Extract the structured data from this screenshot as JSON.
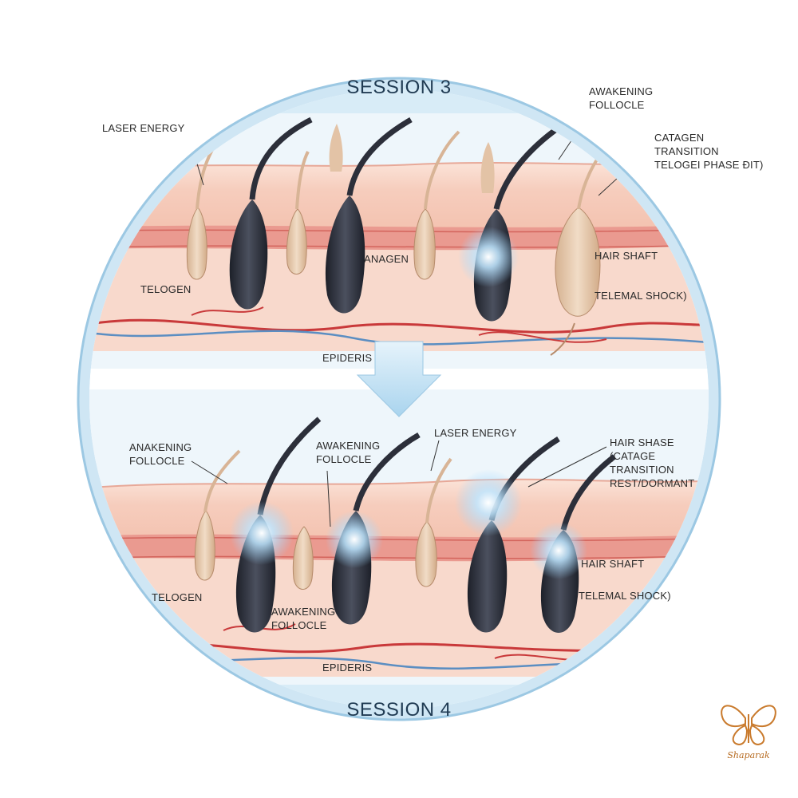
{
  "top_panel": {
    "title": "SESSION 3",
    "labels": {
      "laser_energy": "LASER ENERGY",
      "awakening": [
        "AWAKENING",
        "FOLLOCLE"
      ],
      "catagen": [
        "CATAGEN",
        "TRANSITION",
        "TELOGEI PHASE ÐIT)"
      ],
      "anagen": "ANAGEN",
      "hair_shaft": "HAIR SHAFT",
      "telogen": "TELOGEN",
      "thermal_shock": "TELEMAL SHOCK)",
      "epidermis": "EPIDERIS"
    }
  },
  "bottom_panel": {
    "title": "SESSION 4",
    "labels": {
      "anakening": [
        "ANAKENING",
        "FOLLOCLE"
      ],
      "awakening": [
        "AWAKENING",
        "FOLLOCLE"
      ],
      "laser_energy": "LASER ENERGY",
      "hair_shase": [
        "HAIR SHASE",
        "(CATAGE",
        "TRANSITION",
        "REST/DORMANT"
      ],
      "hair_shaft": "HAIR SHAFT",
      "telogen": "TELOGEN",
      "awakening_lower": [
        "AWAKENING",
        "FOLLOCLE"
      ],
      "thermal_shock": "TELEMAL SHOCK)",
      "epidermis": "EPIDERIS"
    }
  },
  "brand": {
    "name": "Shaparak"
  },
  "colors": {
    "ring": "#cfe6f4",
    "ring_edge": "#9cc8e3",
    "skin": "#f6cdbd",
    "skin_dark": "#ec9f8f",
    "dermis_band": "#e88f86",
    "hair_dark": "#2c2f3a",
    "follicle_light": "#e2c5a8",
    "vessel_red": "#c9393a",
    "vessel_blue": "#5b8ec2",
    "glow": "#9fd7ff",
    "brand": "#c97a2c"
  }
}
